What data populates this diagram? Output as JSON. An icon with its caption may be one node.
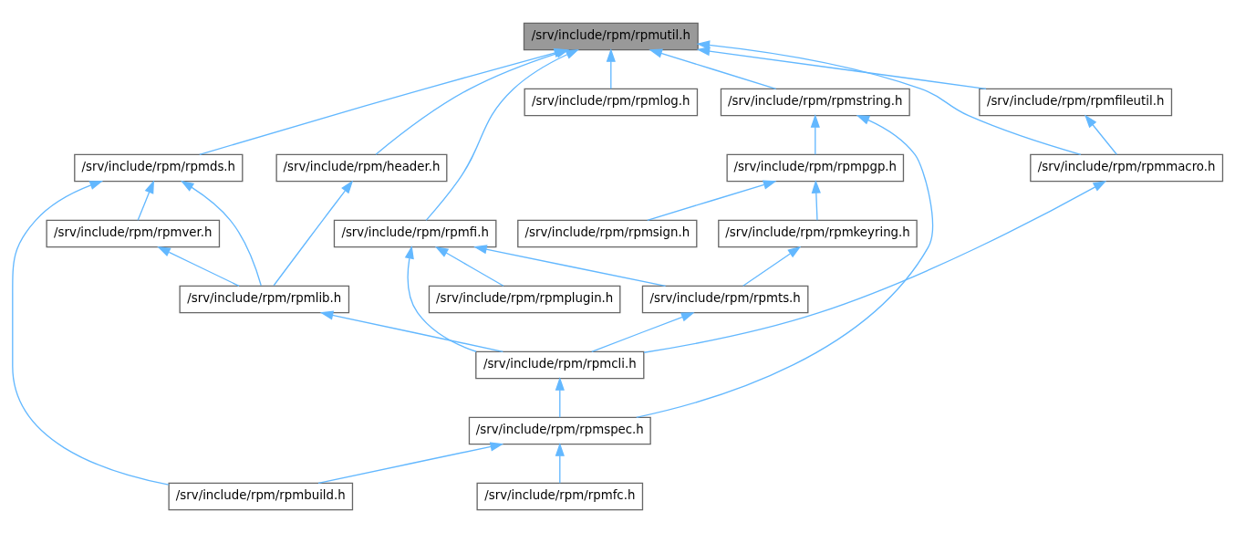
{
  "diagram": {
    "nodes": [
      {
        "text": [
          "/srv/include/rpm/rpmutil.h"
        ]
      },
      {
        "text": [
          "/srv/include/rpm/rpmfileutil.h"
        ]
      },
      {
        "text": [
          "/srv/include/rpm/rpmds.h"
        ]
      },
      {
        "text": [
          "/srv/include/rpm/rpmstring.h"
        ]
      },
      {
        "text": [
          "/srv/include/rpm/rpmlog.h"
        ]
      },
      {
        "text": [
          "/srv/include/rpm/rpmmacro.h"
        ]
      },
      {
        "text": [
          "/srv/include/rpm/rpmver.h"
        ]
      },
      {
        "text": [
          "/srv/include/rpm/header.h"
        ]
      },
      {
        "text": [
          "/srv/include/rpm/rpmpgp.h"
        ]
      },
      {
        "text": [
          "/srv/include/rpm/rpmlib.h"
        ]
      },
      {
        "text": [
          "/srv/include/rpm/rpmkeyring.h"
        ]
      },
      {
        "text": [
          "/srv/include/rpm/rpmsign.h"
        ]
      },
      {
        "text": [
          "/srv/include/rpm/rpmfi.h"
        ]
      },
      {
        "text": [
          "/srv/include/rpm/rpmts.h"
        ]
      },
      {
        "text": [
          "/srv/include/rpm/rpmplugin.h"
        ]
      },
      {
        "text": [
          "/srv/include/rpm/rpmcli.h"
        ]
      },
      {
        "text": [
          "/srv/include/rpm/rpmspec.h"
        ]
      },
      {
        "text": [
          "/srv/include/rpm/rpmbuild.h"
        ]
      },
      {
        "text": [
          "/srv/include/rpm/rpmfc.h"
        ]
      }
    ],
    "edges": [
      {
        "from": 1,
        "to": 0,
        "arrow": "to"
      },
      {
        "from": 5,
        "to": 0,
        "arrow": "to"
      },
      {
        "from": 2,
        "to": 0,
        "arrow": "to"
      },
      {
        "from": 7,
        "to": 0,
        "arrow": "to"
      },
      {
        "from": 3,
        "to": 0,
        "arrow": "to"
      },
      {
        "from": 12,
        "to": 0,
        "arrow": "to"
      },
      {
        "from": 4,
        "to": 0,
        "arrow": "to"
      },
      {
        "from": 5,
        "to": 1,
        "arrow": "to"
      },
      {
        "from": 6,
        "to": 2,
        "arrow": "to"
      },
      {
        "from": 9,
        "to": 2,
        "arrow": "to"
      },
      {
        "from": 17,
        "to": 2,
        "arrow": "to"
      },
      {
        "from": 9,
        "to": 6,
        "arrow": "to"
      },
      {
        "from": 9,
        "to": 7,
        "arrow": "to"
      },
      {
        "from": 8,
        "to": 3,
        "arrow": "to"
      },
      {
        "from": 16,
        "to": 3,
        "arrow": "to"
      },
      {
        "from": 10,
        "to": 8,
        "arrow": "to"
      },
      {
        "from": 11,
        "to": 8,
        "arrow": "to"
      },
      {
        "from": 13,
        "to": 10,
        "arrow": "to"
      },
      {
        "from": 13,
        "to": 12,
        "arrow": "to"
      },
      {
        "from": 15,
        "to": 12,
        "arrow": "to"
      },
      {
        "from": 14,
        "to": 12,
        "arrow": "to"
      },
      {
        "from": 15,
        "to": 5,
        "arrow": "to"
      },
      {
        "from": 15,
        "to": 9,
        "arrow": "to"
      },
      {
        "from": 15,
        "to": 13,
        "arrow": "to"
      },
      {
        "from": 16,
        "to": 15,
        "arrow": "to"
      },
      {
        "from": 17,
        "to": 16,
        "arrow": "to"
      },
      {
        "from": 18,
        "to": 16,
        "arrow": "to"
      }
    ]
  }
}
